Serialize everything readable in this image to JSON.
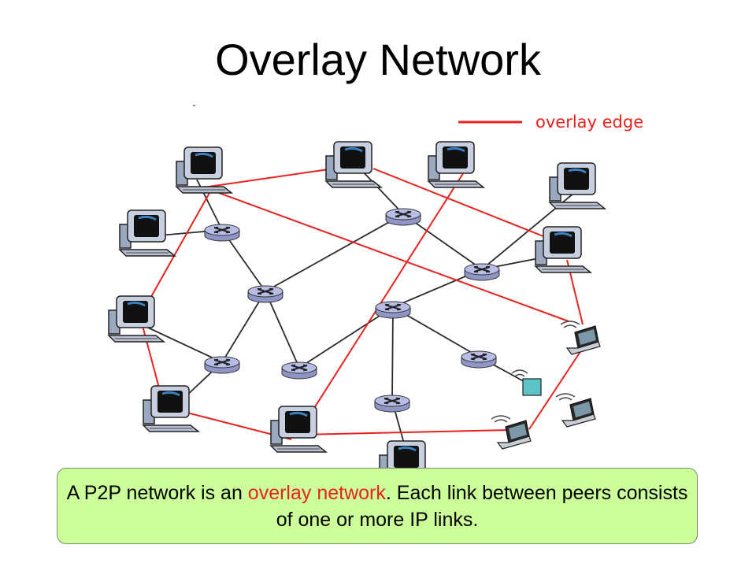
{
  "title": "Overlay Network",
  "legend": {
    "label": "overlay edge",
    "color": "#e8231f"
  },
  "caption": {
    "part1": "A P2P network is an ",
    "highlight": "overlay network",
    "part2": ". Each link between peers consists of one or more IP links."
  },
  "colors": {
    "overlay_edge": "#e8231f",
    "ip_link": "#2b2b2b",
    "router": "#b8bde6",
    "caption_bg": "#ccff99",
    "highlight_text": "#e8231f"
  },
  "node_types": {
    "desktop": "desktop-computer-icon",
    "laptop": "wireless-laptop-icon",
    "router": "router-icon",
    "device": "wireless-device-icon"
  }
}
